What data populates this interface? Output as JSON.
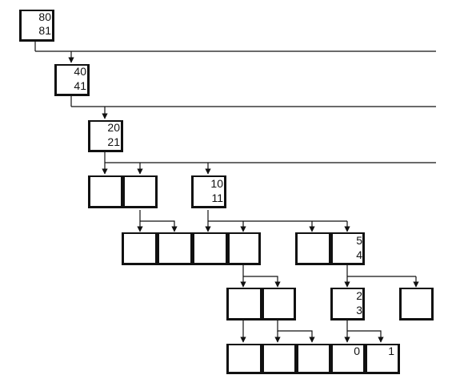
{
  "nodes": {
    "n80": {
      "top": "80",
      "bottom": "81"
    },
    "n40": {
      "top": "40",
      "bottom": "41"
    },
    "n20": {
      "top": "20",
      "bottom": "21"
    },
    "n10": {
      "top": "10",
      "bottom": "11"
    },
    "n5": {
      "top": "5",
      "bottom": "4"
    },
    "n2": {
      "top": "2",
      "bottom": "3"
    },
    "leaf0": {
      "label": "0"
    },
    "leaf1": {
      "label": "1"
    }
  }
}
